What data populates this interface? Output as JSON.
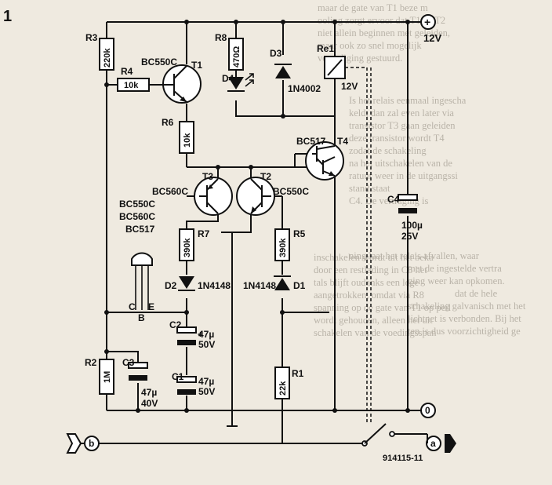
{
  "figure_number": "1",
  "figure_code": "914115-11",
  "supply": {
    "label": "12V",
    "symbol": "+"
  },
  "terminals": {
    "ground": "0",
    "a": "a",
    "b": "b"
  },
  "components": {
    "R3": {
      "ref": "R3",
      "value": "220k"
    },
    "R4": {
      "ref": "R4",
      "value": "10k"
    },
    "R6": {
      "ref": "R6",
      "value": "10k"
    },
    "R8": {
      "ref": "R8",
      "value": "470Ω"
    },
    "R7": {
      "ref": "R7",
      "value": "390k"
    },
    "R5": {
      "ref": "R5",
      "value": "390k"
    },
    "R1": {
      "ref": "R1",
      "value": "22k"
    },
    "R2": {
      "ref": "R2",
      "value": "1M"
    },
    "T1": {
      "ref": "T1",
      "type": "BC550C"
    },
    "T2": {
      "ref": "T2",
      "type": "BC550C"
    },
    "T3": {
      "ref": "T3",
      "type": "BC560C"
    },
    "T4": {
      "ref": "T4",
      "type": "BC517"
    },
    "D1": {
      "ref": "D1",
      "type": "1N4148"
    },
    "D2": {
      "ref": "D2",
      "type": "1N4148"
    },
    "D3": {
      "ref": "D3",
      "type": "1N4002"
    },
    "D4": {
      "ref": "D4"
    },
    "C1": {
      "ref": "C1",
      "value": "47µ",
      "voltage": "50V"
    },
    "C2": {
      "ref": "C2",
      "value": "47µ",
      "voltage": "50V"
    },
    "C3": {
      "ref": "C3",
      "value": "47µ",
      "voltage": "40V"
    },
    "C4": {
      "ref": "C4",
      "value": "100µ",
      "voltage": "25V"
    },
    "Re1": {
      "ref": "Re1",
      "voltage": "12V"
    }
  },
  "pinout": {
    "types": [
      "BC550C",
      "BC560C",
      "BC517"
    ],
    "pins": [
      "C",
      "B",
      "E"
    ]
  },
  "background_text": [
    "maar de gate van T1 beze m",
    "ooling zorgt ervoor dat T1 en T2",
    "niet allein beginnen met geleiden,",
    "maar ook zo snel mogelijk",
    "verzadiging gestuurd.",
    "Is het relais eenmaal ingescha",
    "keld, dan zal even later via",
    "transistor T3 gaan geleiden",
    "deze transistor wordt T4",
    "zodat de schakeling",
    "na het uitschakelen van de",
    "ratuur weer in de uitgangssi",
    "stand staat",
    "C4. De vertraging is",
    "inschakelen wordt uit het beka",
    "door een restlading in C3 het",
    "tals blijft oudanks een lege",
    "aangetrokken, omdat via R8",
    "spanning op de gate van T1 op peil",
    "wordt gehouden, alleen het uit",
    "schakelen van de voedingsspan",
    "ning laat het relais afvallen, waar",
    "met de ingestelde vertra",
    "ging weer kan opkomen.",
    "dat de hele",
    "schakeling galvanisch met het",
    "lichtnet is verbonden. Bij het",
    "ten is dus voorzichtigheid ge"
  ]
}
